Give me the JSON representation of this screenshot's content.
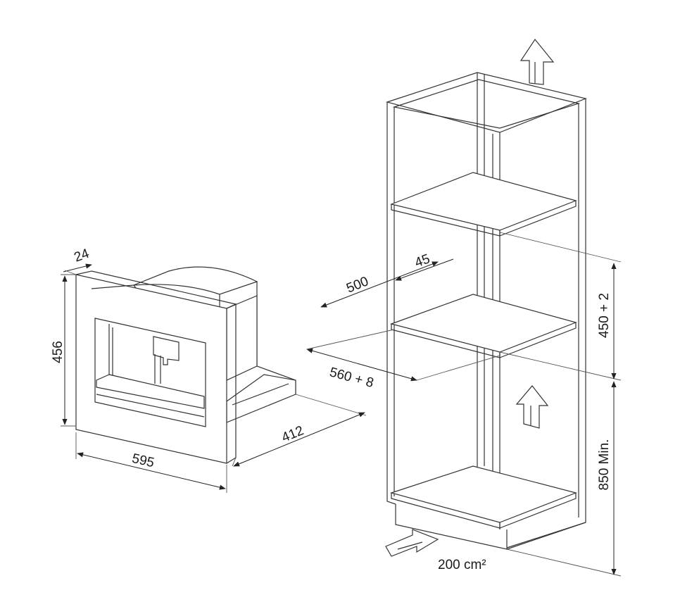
{
  "appliance": {
    "dim_depth_frame": "24",
    "dim_height": "456",
    "dim_width": "595",
    "dim_depth": "412"
  },
  "cabinet": {
    "dim_depth": "500",
    "dim_gap": "45",
    "dim_width": "560 + 8",
    "dim_niche_height": "450 + 2",
    "dim_floor_height": "850 Min.",
    "vent_area": "200 cm²"
  },
  "icons": [
    "airflow-arrow-up",
    "airflow-arrow-in"
  ]
}
